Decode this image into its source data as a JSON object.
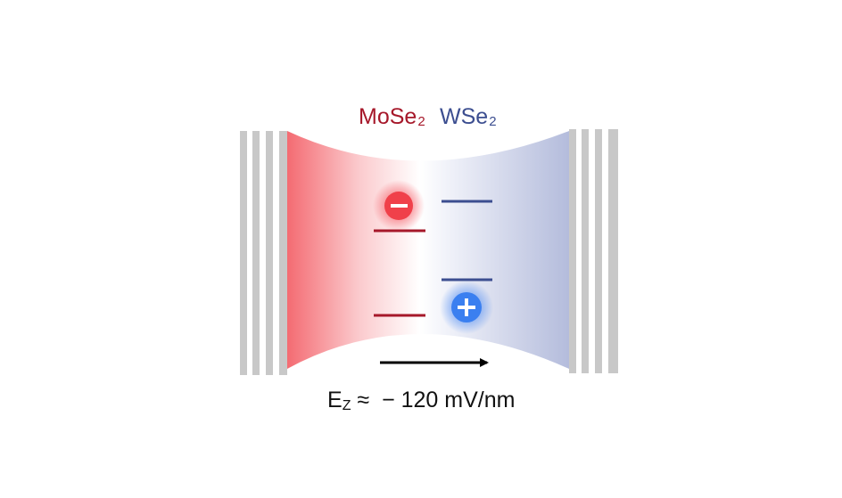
{
  "layers": {
    "left": {
      "name": "MoSe",
      "subscript": "2",
      "color": "#a6182a"
    },
    "right": {
      "name": "WSe",
      "subscript": "2",
      "color": "#3c4e90"
    }
  },
  "charges": {
    "electron": {
      "symbol": "minus",
      "color": "#f0404a"
    },
    "hole": {
      "symbol": "plus",
      "color": "#3a7ff0"
    }
  },
  "field": {
    "symbol": "E",
    "subscript": "Z",
    "relation": "≈",
    "value": "− 120 mV/nm",
    "arrow_color": "#000000"
  },
  "colors": {
    "gradient_left": "#f46b72",
    "gradient_right": "#b4bcdc",
    "gate_stripes": "#c8c8c8"
  }
}
